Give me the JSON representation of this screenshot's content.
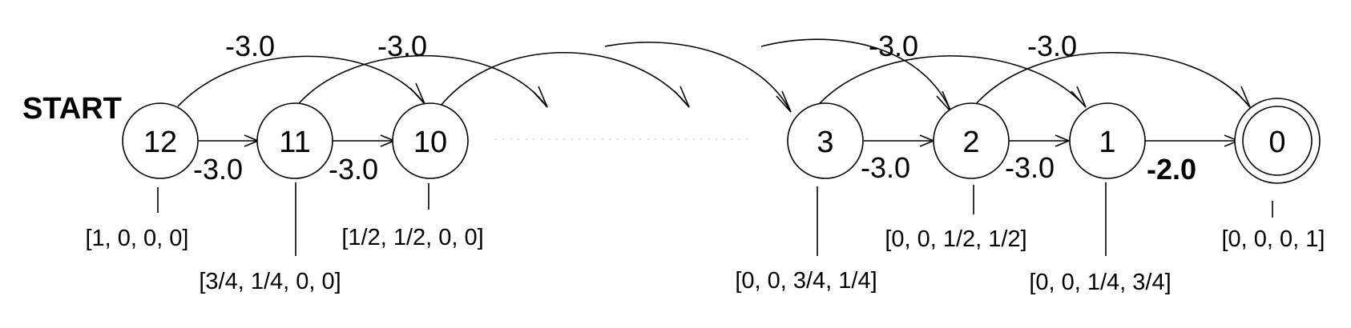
{
  "start_label": "START",
  "nodes": [
    {
      "id": "12",
      "label": "12",
      "vector": "[1, 0, 0, 0]",
      "accepting": false
    },
    {
      "id": "11",
      "label": "11",
      "vector": "[3/4, 1/4, 0, 0]",
      "accepting": false
    },
    {
      "id": "10",
      "label": "10",
      "vector": "[1/2, 1/2, 0, 0]",
      "accepting": false
    },
    {
      "id": "3",
      "label": "3",
      "vector": "[0, 0, 3/4, 1/4]",
      "accepting": false
    },
    {
      "id": "2",
      "label": "2",
      "vector": "[0, 0, 1/2, 1/2]",
      "accepting": false
    },
    {
      "id": "1",
      "label": "1",
      "vector": "[0, 0, 1/4, 3/4]",
      "accepting": false
    },
    {
      "id": "0",
      "label": "0",
      "vector": "[0, 0, 0, 1]",
      "accepting": true
    }
  ],
  "edges": [
    {
      "from": "12",
      "to": "11",
      "kind": "step",
      "weight": "-3.0"
    },
    {
      "from": "11",
      "to": "10",
      "kind": "step",
      "weight": "-3.0"
    },
    {
      "from": "3",
      "to": "2",
      "kind": "step",
      "weight": "-3.0"
    },
    {
      "from": "2",
      "to": "1",
      "kind": "step",
      "weight": "-3.0"
    },
    {
      "from": "1",
      "to": "0",
      "kind": "step",
      "weight": "-2.0",
      "bold": true
    },
    {
      "from": "12",
      "to": "10",
      "kind": "skip",
      "weight": "-3.0"
    },
    {
      "from": "11",
      "to": "…",
      "kind": "skip",
      "weight": "-3.0"
    },
    {
      "from": "10",
      "to": "…",
      "kind": "skip",
      "weight": ""
    },
    {
      "from": "…",
      "to": "3",
      "kind": "skip",
      "weight": ""
    },
    {
      "from": "…",
      "to": "2",
      "kind": "skip",
      "weight": "-3.0"
    },
    {
      "from": "3",
      "to": "1",
      "kind": "skip",
      "weight": "-3.0"
    },
    {
      "from": "2",
      "to": "0",
      "kind": "skip",
      "weight": ""
    }
  ]
}
